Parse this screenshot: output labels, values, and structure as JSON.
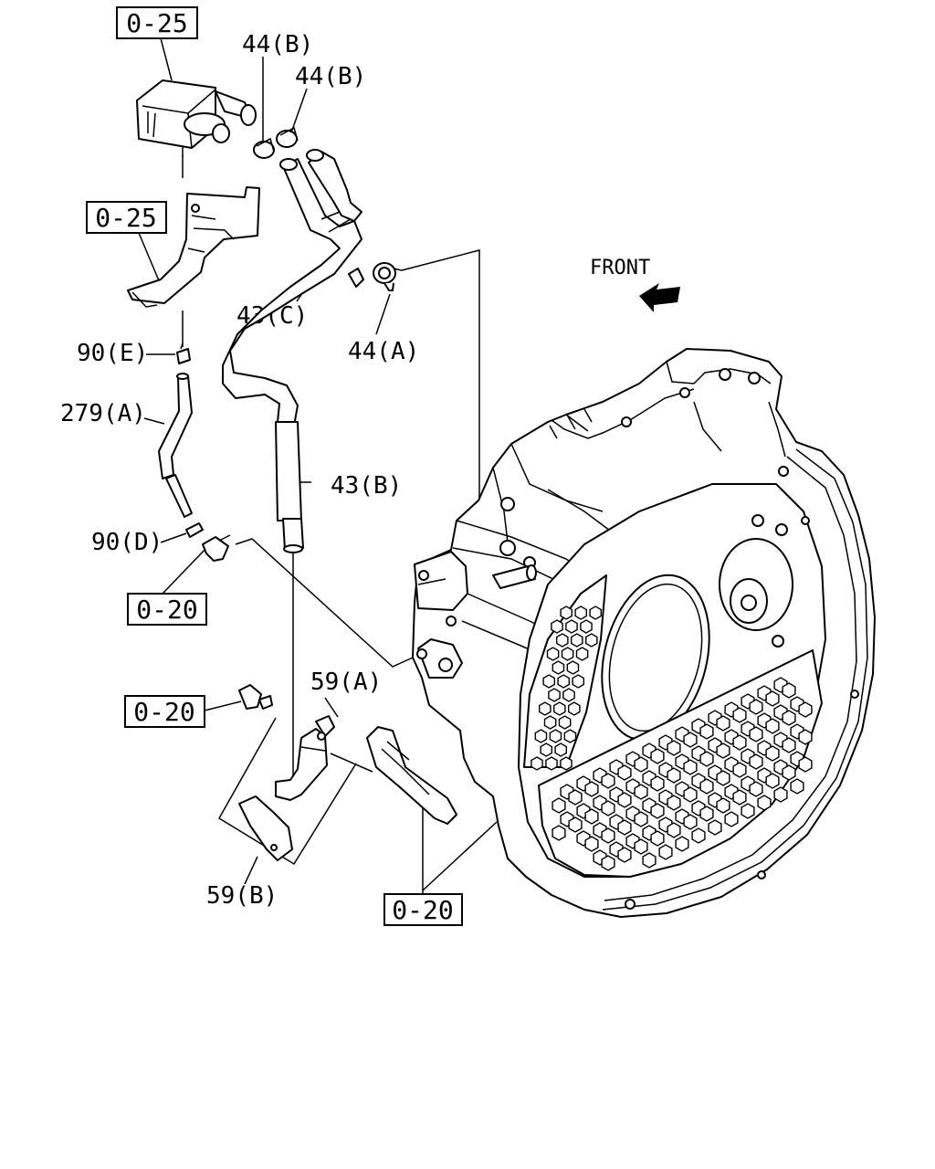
{
  "diagram": {
    "front_label": "FRONT",
    "callouts": [
      {
        "id": "ref_025_top",
        "text": "0-25"
      },
      {
        "id": "ref_025_mid",
        "text": "0-25"
      },
      {
        "id": "ref_020_left",
        "text": "0-20"
      },
      {
        "id": "ref_020_mid",
        "text": "0-20"
      },
      {
        "id": "ref_020_bottom",
        "text": "0-20"
      }
    ],
    "part_labels": [
      {
        "id": "p44b_1",
        "text": "44(B)"
      },
      {
        "id": "p44b_2",
        "text": "44(B)"
      },
      {
        "id": "p44a",
        "text": "44(A)"
      },
      {
        "id": "p43c",
        "text": "43(C)"
      },
      {
        "id": "p43b",
        "text": "43(B)"
      },
      {
        "id": "p90e",
        "text": "90(E)"
      },
      {
        "id": "p279a",
        "text": "279(A)"
      },
      {
        "id": "p90d",
        "text": "90(D)"
      },
      {
        "id": "p59a",
        "text": "59(A)"
      },
      {
        "id": "p59b",
        "text": "59(B)"
      }
    ]
  }
}
